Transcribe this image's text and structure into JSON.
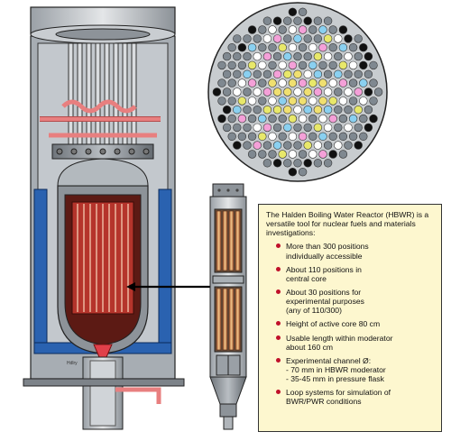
{
  "figure": {
    "credit": "Hdlry",
    "colors": {
      "vessel_outline": "#222222",
      "shield_blue": "#2a62b0",
      "core_red": "#b5342b",
      "piping_pink": "#f2a0a0",
      "infobox_bg": "#fdf7cf",
      "bullet": "#c0102a"
    }
  },
  "infobox": {
    "intro": "The Halden Boiling Water Reactor (HBWR) is a versatile tool for nuclear fuels and materials investigations:",
    "items": [
      {
        "lines": [
          "More than 300 positions",
          "individually accessible"
        ]
      },
      {
        "lines": [
          "About 110 positions in",
          "central core"
        ]
      },
      {
        "lines": [
          "About 30 positions for",
          "experimental purposes",
          "(any of 110/300)"
        ]
      },
      {
        "lines": [
          "Height of active core 80 cm"
        ]
      },
      {
        "lines": [
          "Usable length within moderator",
          "about 160 cm"
        ]
      },
      {
        "lines": [
          "Experimental channel Ø:",
          "- 70 mm in HBWR moderator",
          "- 35-45 mm in pressure flask"
        ]
      },
      {
        "lines": [
          "Loop systems for simulation of",
          "BWR/PWR conditions"
        ]
      }
    ]
  }
}
